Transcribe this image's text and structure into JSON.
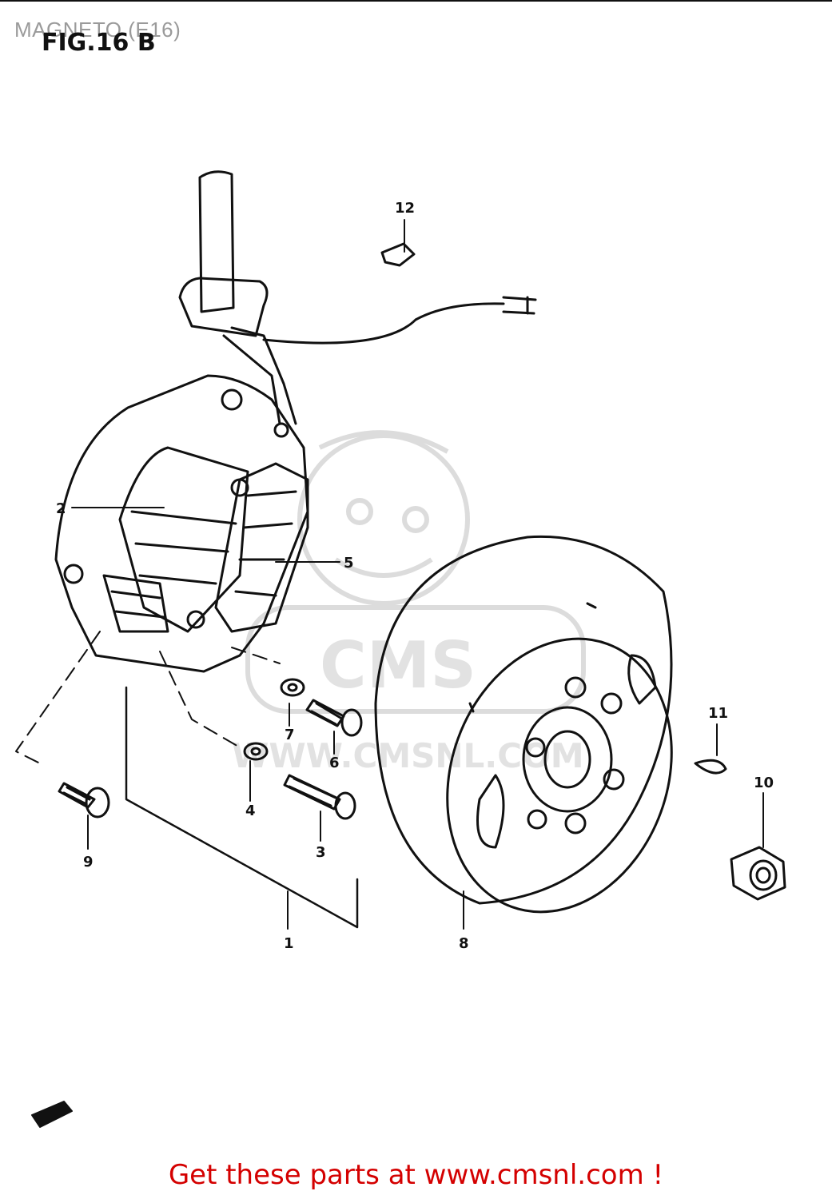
{
  "page": {
    "title": "MAGNETO (E16)",
    "figure_label": "FIG.16 B",
    "footer_link": "Get these parts at www.cmsnl.com !",
    "watermark": "CMS www.cmsnl.com"
  },
  "parts": [
    {
      "ref": "1"
    },
    {
      "ref": "2"
    },
    {
      "ref": "3"
    },
    {
      "ref": "4"
    },
    {
      "ref": "5"
    },
    {
      "ref": "6"
    },
    {
      "ref": "7"
    },
    {
      "ref": "8"
    },
    {
      "ref": "9"
    },
    {
      "ref": "10"
    },
    {
      "ref": "11"
    },
    {
      "ref": "12"
    }
  ],
  "colors": {
    "link": "#d40000",
    "title": "#9a9a9a",
    "ink": "#111111",
    "watermark": "#dcdcdc"
  }
}
